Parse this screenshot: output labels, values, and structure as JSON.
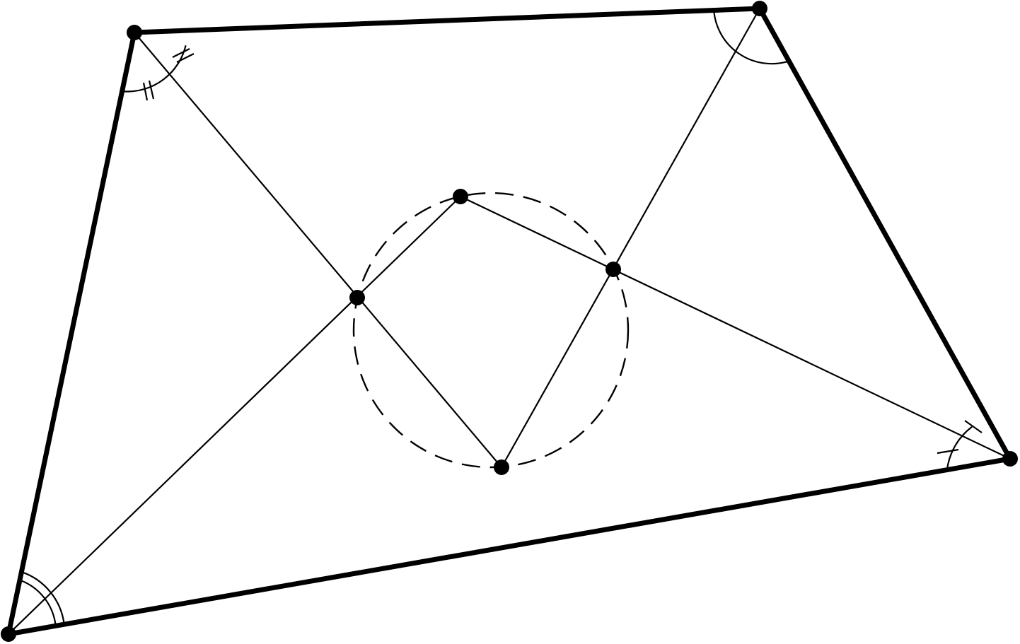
{
  "diagram": {
    "colors": {
      "stroke": "#000000",
      "background": "#ffffff"
    },
    "points": [
      {
        "id": "quad-vertex-top-left"
      },
      {
        "id": "quad-vertex-top-right"
      },
      {
        "id": "quad-vertex-right"
      },
      {
        "id": "quad-vertex-bottom-left"
      },
      {
        "id": "intersection-left"
      },
      {
        "id": "intersection-right"
      },
      {
        "id": "inner-point-top"
      },
      {
        "id": "inner-point-bottom"
      }
    ],
    "angle_markings": [
      {
        "vertex": "quad-vertex-top-left",
        "style": "single-arc-double-tick"
      },
      {
        "vertex": "quad-vertex-top-right",
        "style": "single-arc"
      },
      {
        "vertex": "quad-vertex-right",
        "style": "single-arc-single-tick"
      },
      {
        "vertex": "quad-vertex-bottom-left",
        "style": "double-arc"
      }
    ],
    "circle_style": "dashed"
  }
}
